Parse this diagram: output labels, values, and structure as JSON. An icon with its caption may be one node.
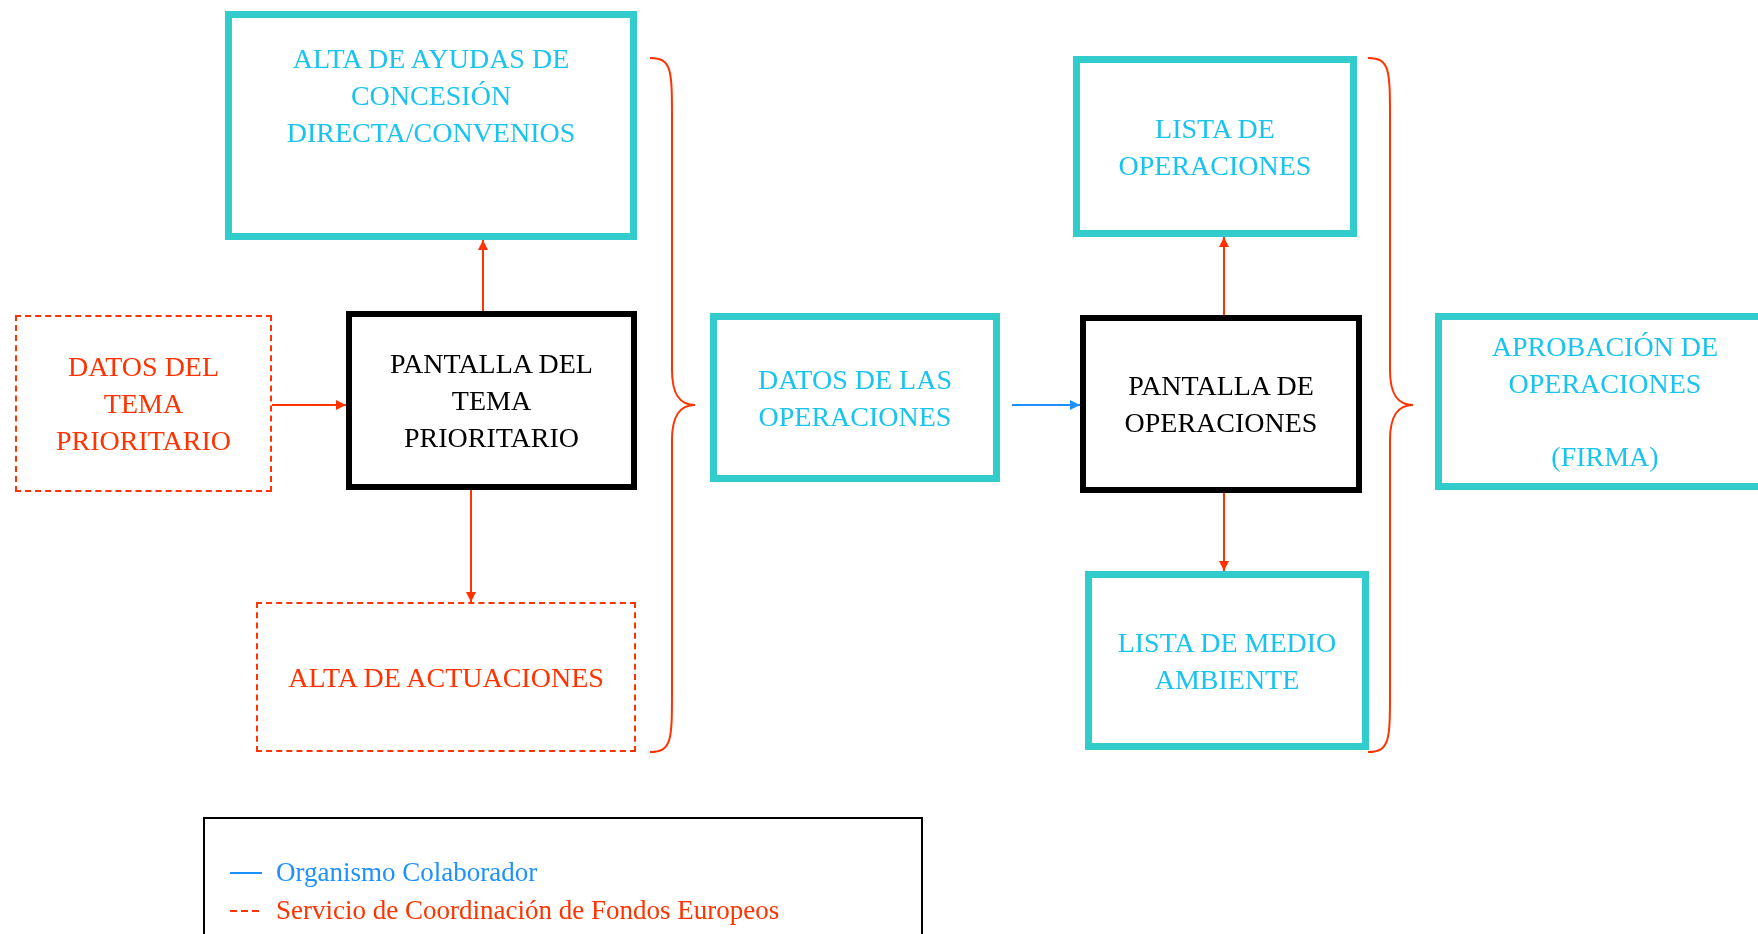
{
  "diagram": {
    "nodes": [
      {
        "text": [
          "ALTA DE  AYUDAS DE CONCESIÓN DIRECTA/CONVENIOS"
        ]
      },
      {
        "text": [
          "DATOS DEL TEMA PRIORITARIO"
        ]
      },
      {
        "text": [
          "PANTALLA DEL TEMA PRIORITARIO"
        ]
      },
      {
        "text": [
          "ALTA DE ACTUACIONES"
        ]
      },
      {
        "text": [
          "DATOS DE LAS OPERACIONES"
        ]
      },
      {
        "text": [
          "LISTA DE OPERACIONES"
        ]
      },
      {
        "text": [
          "PANTALLA DE OPERACIONES"
        ]
      },
      {
        "text": [
          "LISTA DE MEDIO AMBIENTE"
        ]
      },
      {
        "text": [
          "APROBACIÓN  DE OPERACIONES",
          "(FIRMA)"
        ]
      }
    ],
    "edges": [
      {
        "from": 2,
        "to": 0,
        "arrow": "to"
      },
      {
        "from": 1,
        "to": 2,
        "arrow": "to"
      },
      {
        "from": 2,
        "to": 3,
        "arrow": "to"
      },
      {
        "from": 4,
        "to": 6,
        "arrow": "to",
        "color": "#1e90ff"
      },
      {
        "from": 6,
        "to": 5,
        "arrow": "to"
      },
      {
        "from": 6,
        "to": 7,
        "arrow": "to"
      }
    ],
    "legend": [
      {
        "text": "Organismo Colaborador"
      },
      {
        "text": "Servicio de Coordinación de Fondos Europeos"
      }
    ]
  }
}
